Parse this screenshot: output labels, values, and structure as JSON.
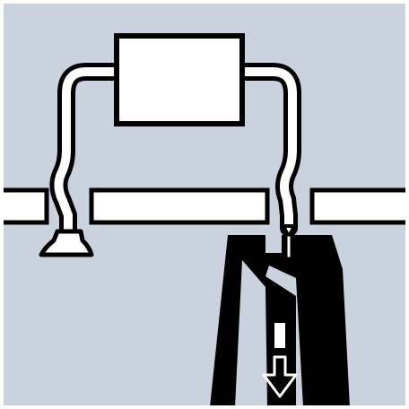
{
  "diagram": {
    "colors": {
      "background": "#c9d2dd",
      "outline": "#000000",
      "fill": "#ffffff",
      "frame": "#ffffff"
    },
    "components": [
      {
        "name": "central-unit-box"
      },
      {
        "name": "left-siphon-hose"
      },
      {
        "name": "right-siphon-hose"
      },
      {
        "name": "horizontal-bar-left"
      },
      {
        "name": "horizontal-bar-center"
      },
      {
        "name": "horizontal-bar-right"
      },
      {
        "name": "suction-cup-nozzle"
      },
      {
        "name": "black-channel-block"
      },
      {
        "name": "waste-capsule"
      },
      {
        "name": "down-arrow"
      }
    ]
  }
}
